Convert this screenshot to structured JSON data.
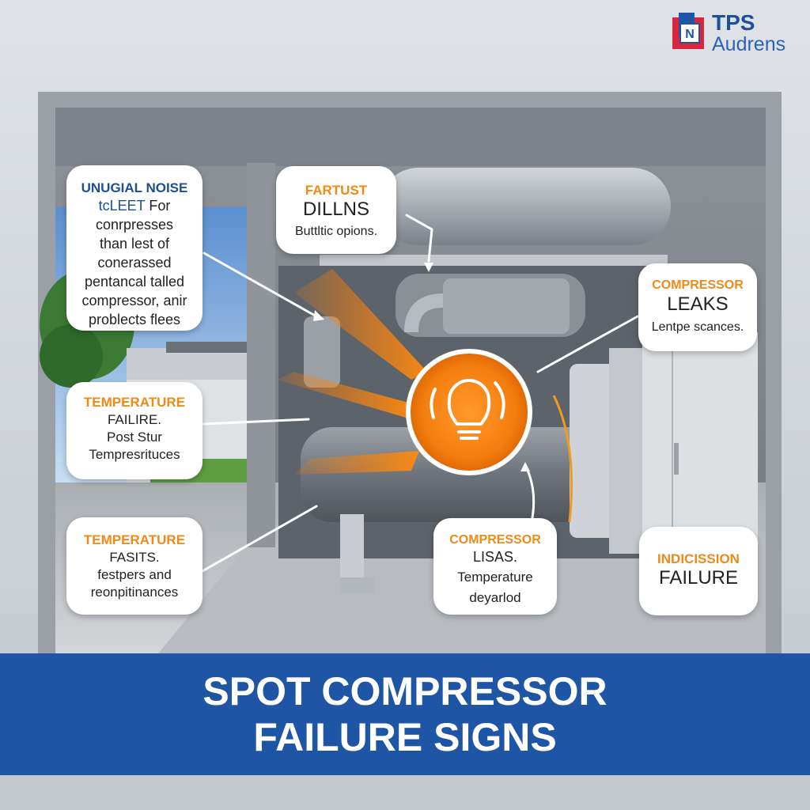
{
  "brand": {
    "logo_line1": "TPS",
    "logo_line2": "Audrens",
    "logo_mark_letter": "N",
    "colors": {
      "blue": "#1e55a4",
      "red": "#d7263d",
      "orange": "#f08a17"
    }
  },
  "callouts": {
    "noise": {
      "title": "UNUGIAL NOISE",
      "line2_highlight": "tcLEET",
      "line2_rest": " For",
      "body": [
        "conrpresses",
        "than lest of",
        "conerassed",
        "pentancal talled",
        "compressor, anir",
        "problects flees"
      ]
    },
    "drills": {
      "title": "FARTUST",
      "subtitle": "DILLNS",
      "body": "Buttltic opions."
    },
    "leaks": {
      "title": "COMPRESSOR",
      "subtitle": "LEAKS",
      "body": "Lentpe scances."
    },
    "temp_failure": {
      "title": "TEMPERATURE",
      "line2": "FAILIRE.",
      "body": [
        "Post Stur",
        "Tempresrituces"
      ]
    },
    "temp_fasits": {
      "title": "TEMPERATURE",
      "line2": "FASITS.",
      "body": [
        "festpers and",
        "reonpitinances"
      ]
    },
    "lisas": {
      "title": "COMPRESSOR",
      "subtitle": "LISAS.",
      "body": [
        "Temperature",
        "deyarlod"
      ]
    },
    "indicision": {
      "title": "INDICISSION",
      "subtitle": "FAILURE"
    }
  },
  "center_icon": {
    "icon": "lightbulb-icon",
    "color": "#f08a17"
  },
  "banner": {
    "line1": "SPOT COMPRESSOR",
    "line2": "FAILURE SIGNS"
  }
}
